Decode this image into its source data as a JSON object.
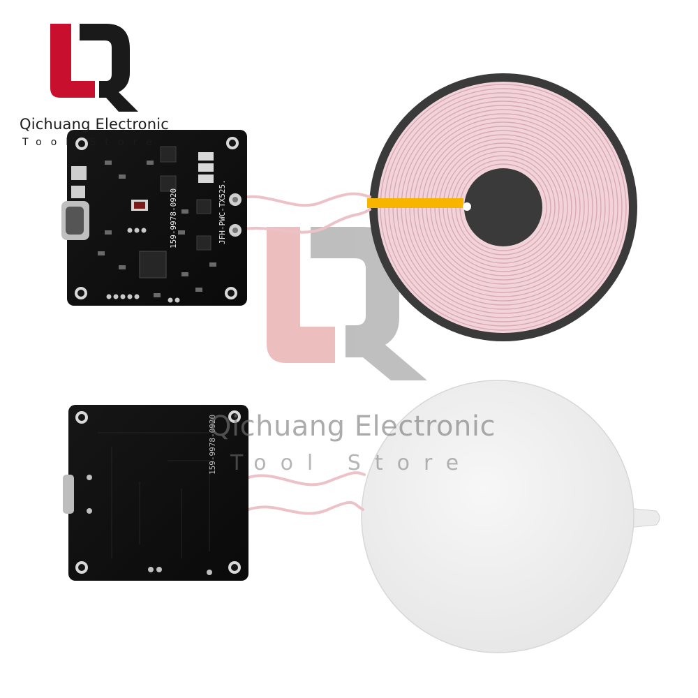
{
  "brand": {
    "name": "Qichuang Electronic",
    "subtitle": "Tool Store",
    "logo_colors": {
      "red": "#c8102e",
      "dark": "#1a1a1a",
      "gray": "#7a7a7a"
    }
  },
  "watermark": {
    "name": "Qichuang Electronic",
    "subtitle": "Tool Store"
  },
  "pcb_top": {
    "silkscreen_part_number": "159-9978-0920",
    "silkscreen_model": "JFH-PWC-TX525."
  },
  "pcb_bottom": {
    "silkscreen_part_number": "159-9978-0920"
  },
  "coil": {
    "copper_color": "#f3d3da",
    "ferrite_color": "#3a3a3a",
    "tape_color": "#f7b500"
  },
  "cover_pad": {
    "color": "#f1f1f1"
  }
}
